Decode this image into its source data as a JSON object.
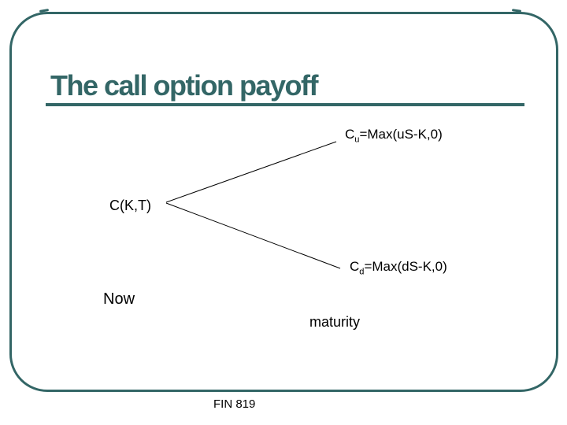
{
  "colors": {
    "accent_teal": "#336666",
    "diagram_ink": "#000000",
    "background": "#ffffff"
  },
  "slide": {
    "title": "The call option payoff",
    "footer": "FIN 819"
  },
  "diagram": {
    "root_label": "C(K,T)",
    "up_node": {
      "base": "C",
      "sub": "u",
      "rest": "=Max(uS-K,0)"
    },
    "down_node": {
      "base": "C",
      "sub": "d",
      "rest": "=Max(dS-K,0)"
    },
    "time_start_label": "Now",
    "time_end_label": "maturity"
  }
}
